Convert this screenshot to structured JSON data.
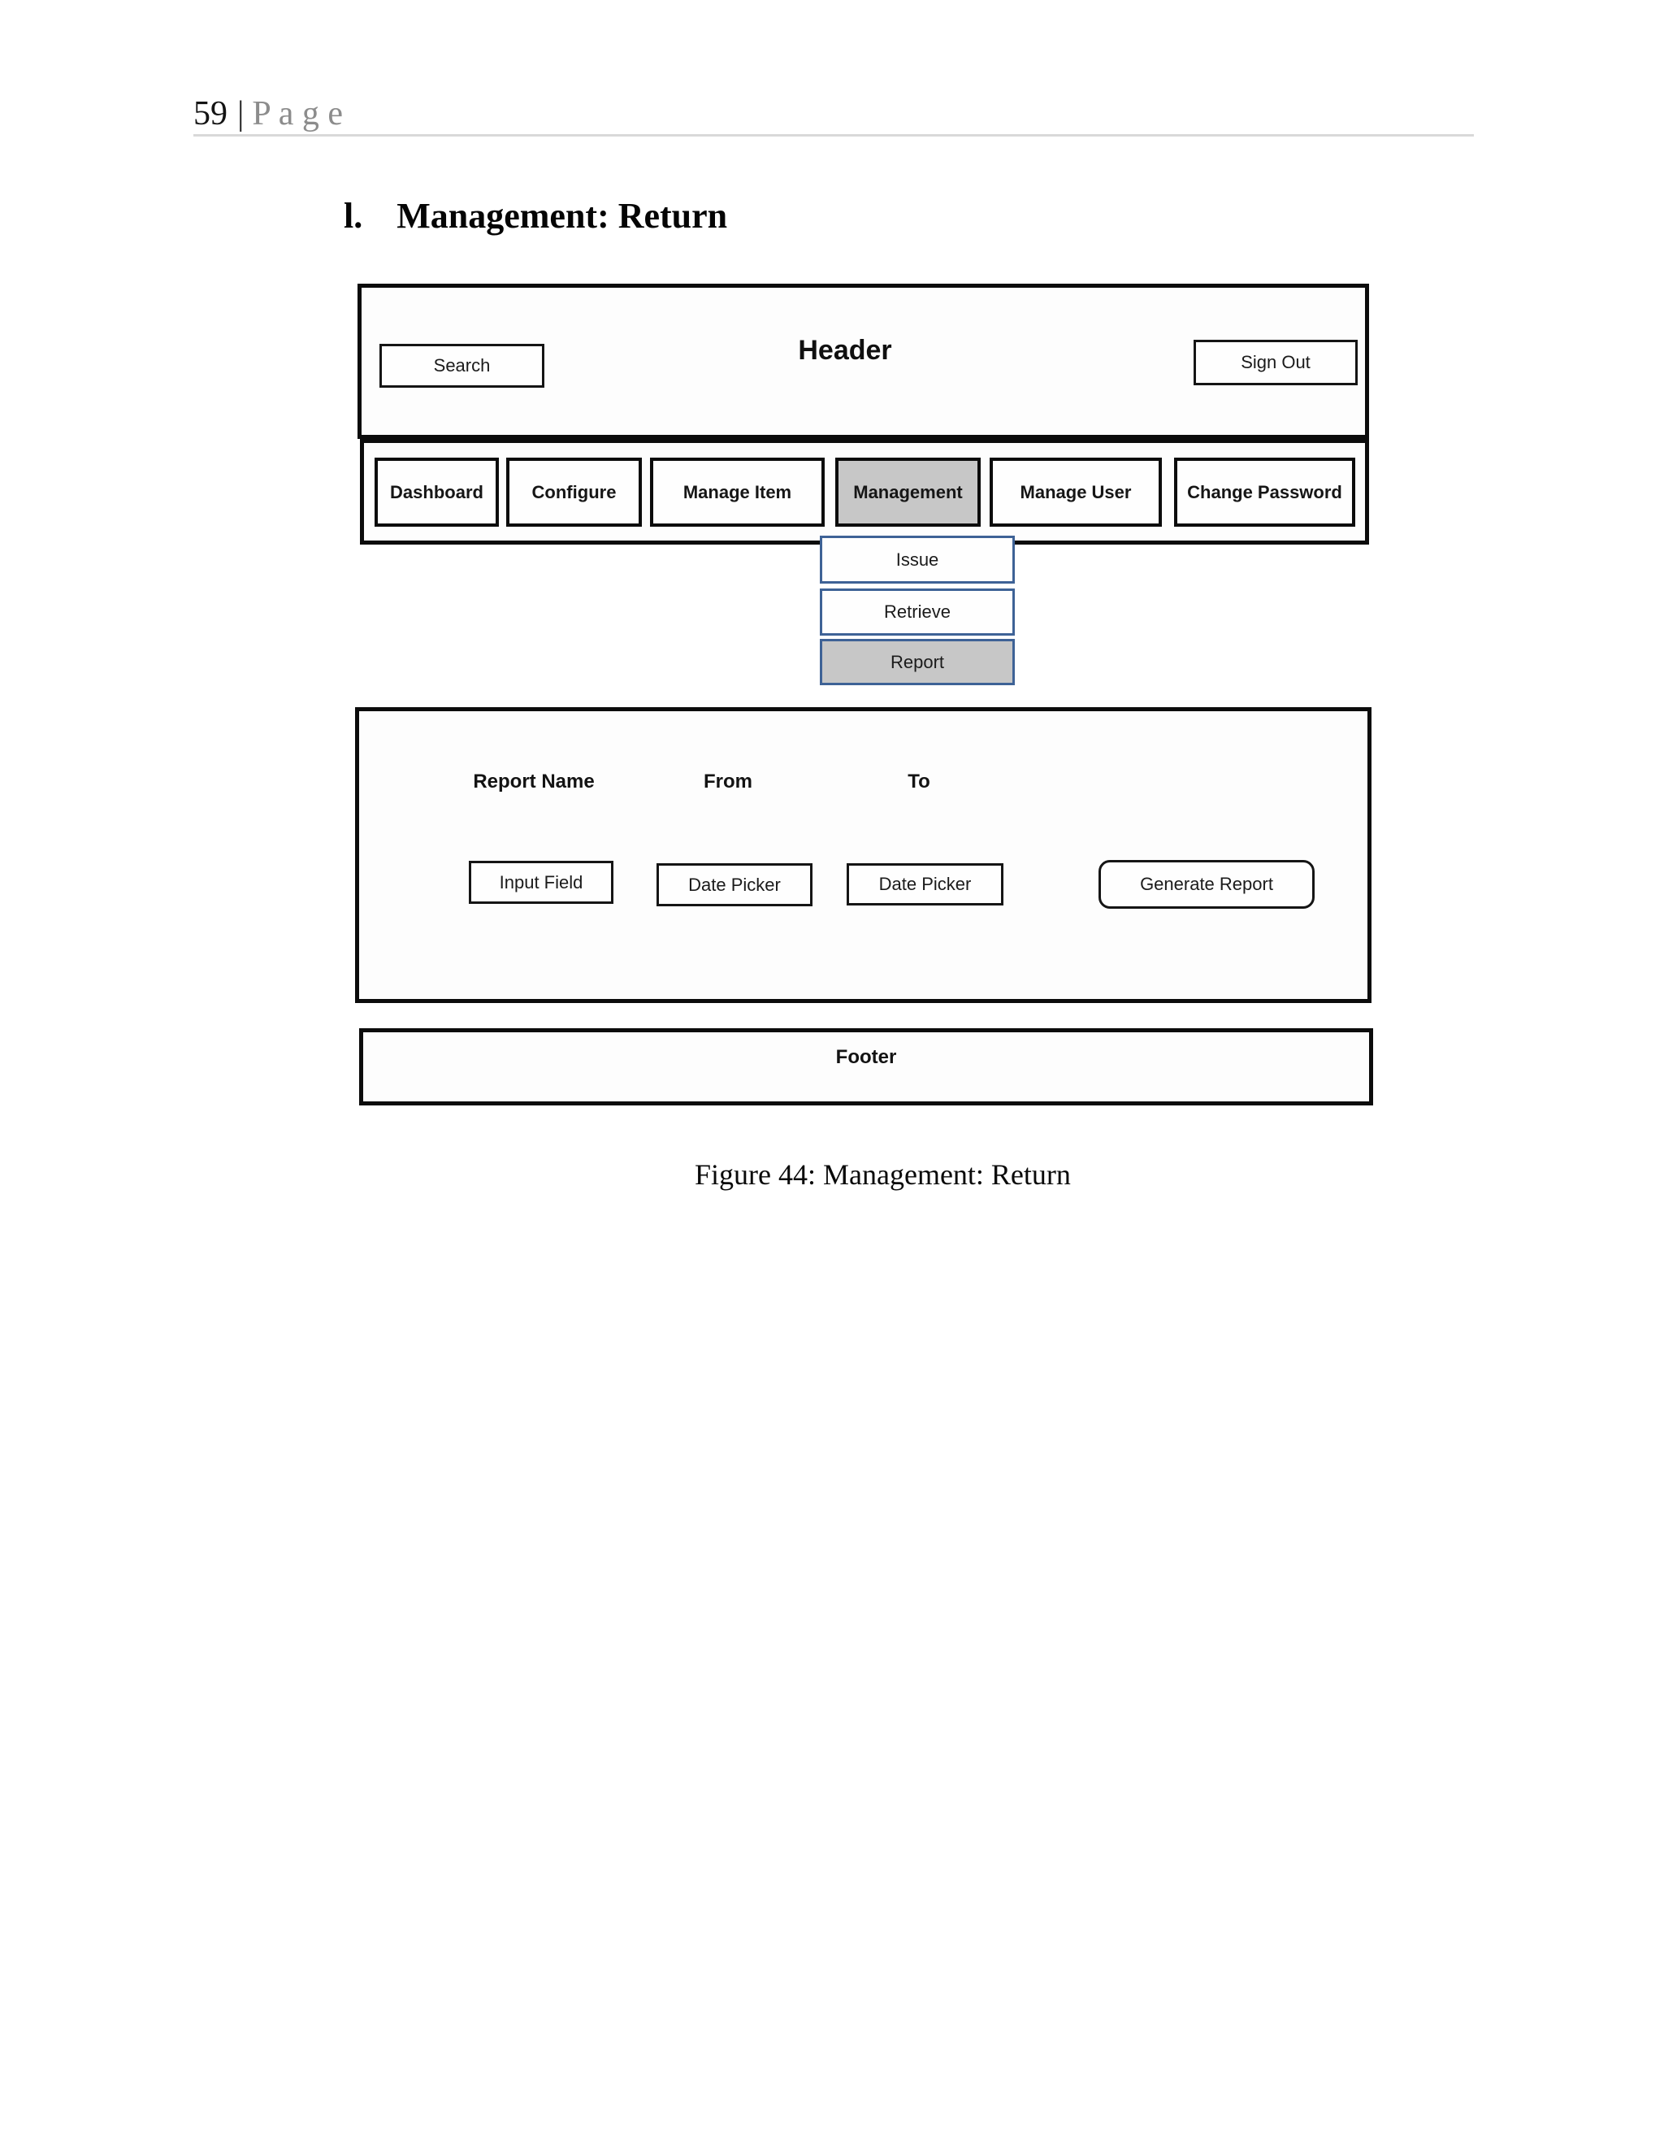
{
  "page": {
    "page_number": "59",
    "page_separator": "|",
    "page_word": "P a g e",
    "heading_index": "l.",
    "heading_text": "Management: Return",
    "caption": "Figure 44: Management: Return"
  },
  "wireframe": {
    "header": {
      "title": "Header",
      "search_label": "Search",
      "signout_label": "Sign Out"
    },
    "nav": {
      "items": [
        {
          "label": "Dashboard",
          "active": false
        },
        {
          "label": "Configure",
          "active": false
        },
        {
          "label": "Manage Item",
          "active": false
        },
        {
          "label": "Management",
          "active": true
        },
        {
          "label": "Manage User",
          "active": false
        },
        {
          "label": "Change Password",
          "active": false
        }
      ]
    },
    "dropdown": {
      "items": [
        {
          "label": "Issue",
          "active": false
        },
        {
          "label": "Retrieve",
          "active": false
        },
        {
          "label": "Report",
          "active": true
        }
      ]
    },
    "form": {
      "labels": [
        "Report Name",
        "From",
        "To"
      ],
      "input_field": "Input Field",
      "date_from": "Date Picker",
      "date_to": "Date Picker",
      "generate": "Generate Report"
    },
    "footer": {
      "label": "Footer"
    },
    "colors": {
      "active_fill": "#c7c7c7",
      "dropdown_border": "#3e6296",
      "box_border": "#0c0c0c",
      "rule": "#d9d9d9",
      "muted_text": "#8c8c8c"
    }
  }
}
